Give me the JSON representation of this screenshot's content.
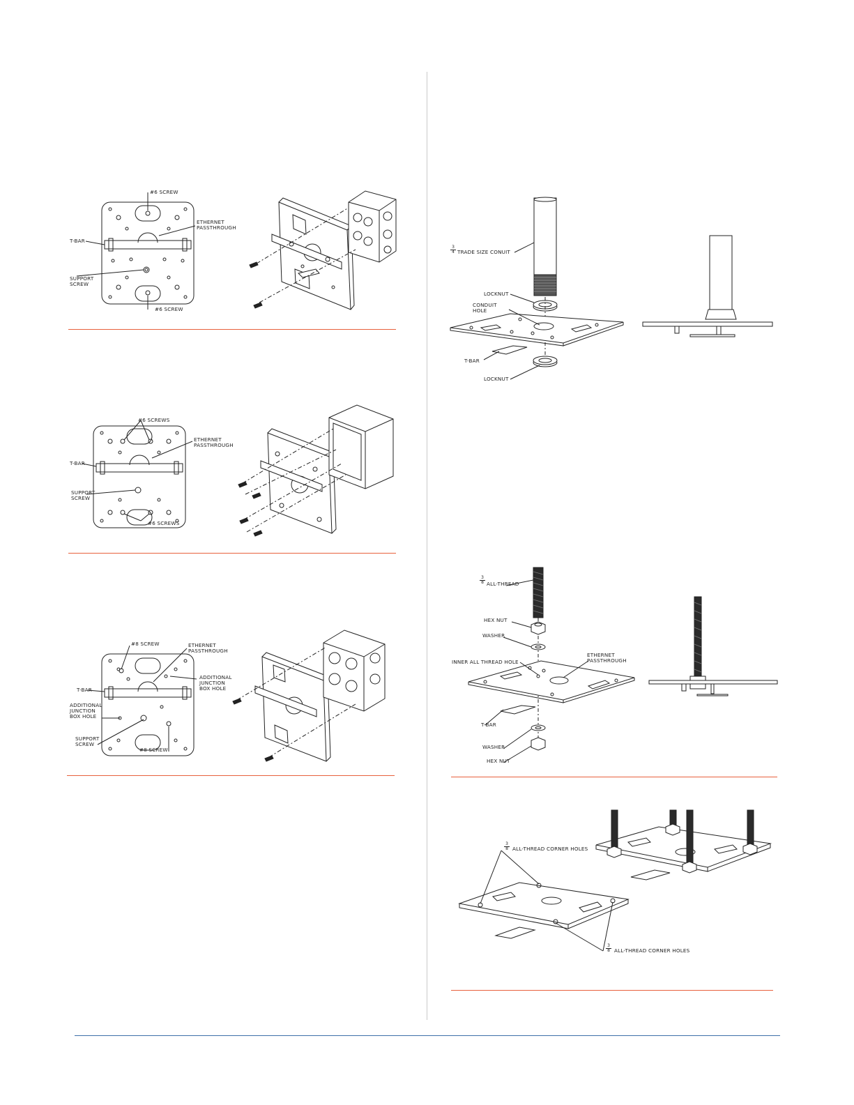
{
  "figures": {
    "fig1": {
      "labels": {
        "screw_top": "#6 SCREW",
        "ethernet": "ETHERNET\nPASSTHROUGH",
        "tbar": "T-BAR",
        "support": "SUPPORT\nSCREW",
        "screw_bottom": "#6 SCREW"
      }
    },
    "fig2": {
      "labels": {
        "screws_top": "#6 SCREWS",
        "ethernet": "ETHERNET\nPASSTHROUGH",
        "tbar": "T-BAR",
        "support": "SUPPORT\nSCREW",
        "screws_bottom": "#6 SCREWS"
      }
    },
    "fig3": {
      "labels": {
        "screw_top": "#8 SCREW",
        "ethernet": "ETHERNET\nPASSTHROUGH",
        "additional_right": "ADDITIONAL\nJUNCTION\nBOX HOLE",
        "tbar": "T-BAR",
        "additional_left": "ADDITIONAL\nJUNCTION\nBOX HOLE",
        "support": "SUPPORT\nSCREW",
        "screw_bottom": "#8 SCREW"
      }
    },
    "fig4": {
      "labels": {
        "conduit_frac_num": "3",
        "conduit_frac_den": "4",
        "conduit": "TRADE SIZE CONUIT",
        "locknut_top": "LOCKNUT",
        "conduit_hole": "CONDUIT\nHOLE",
        "tbar": "T-BAR",
        "locknut_bottom": "LOCKNUT"
      }
    },
    "fig5": {
      "labels": {
        "allthread_frac_num": "3",
        "allthread_frac_den": "8",
        "allthread": "ALL-THREAD",
        "hex_nut_top": "HEX NUT",
        "washer_top": "WASHER",
        "inner_hole": "INNER ALL THREAD HOLE",
        "ethernet": "ETHERNET\nPASSTHROUGH",
        "tbar": "T-BAR",
        "washer_bottom": "WASHER",
        "hex_nut_bottom": "HEX NUT"
      }
    },
    "fig6": {
      "labels": {
        "corner_top_frac_num": "3",
        "corner_top_frac_den": "8",
        "corner_top": "ALL-THREAD CORNER HOLES",
        "corner_bottom_frac_num": "3",
        "corner_bottom_frac_den": "8",
        "corner_bottom": "ALL-THREAD CORNER HOLES"
      }
    }
  },
  "colors": {
    "rule_orange": "#e8603c",
    "footer_blue": "#3d6fa8",
    "divider_gray": "#c9c9c9",
    "line_art": "#222222"
  }
}
